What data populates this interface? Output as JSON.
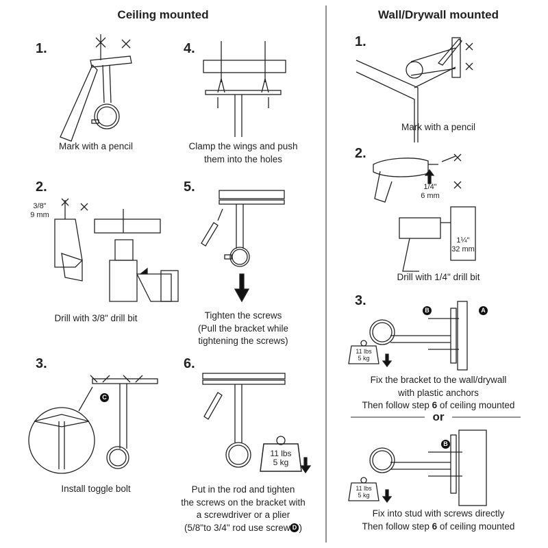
{
  "ceiling": {
    "title": "Ceiling mounted",
    "steps": [
      {
        "num": "1.",
        "caption": [
          "Mark with a pencil"
        ]
      },
      {
        "num": "2.",
        "caption": [
          "Drill with 3/8\" drill bit"
        ],
        "label": [
          "3/8\"",
          "9 mm"
        ]
      },
      {
        "num": "3.",
        "caption": [
          "Install toggle bolt"
        ],
        "badge": "C"
      },
      {
        "num": "4.",
        "caption": [
          "Clamp the wings and push",
          "them into the holes"
        ]
      },
      {
        "num": "5.",
        "caption": [
          "Tighten the screws",
          "(Pull the bracket while",
          "tightening the screws)"
        ]
      },
      {
        "num": "6.",
        "caption": [
          "Put in the rod and tighten",
          "the screws on the bracket with",
          "a screwdriver or a plier",
          "(5/8\"to 3/4\" rod use screw"
        ],
        "badge": "D",
        "close": ")",
        "weight": [
          "11 lbs",
          "5 kg"
        ]
      }
    ]
  },
  "wall": {
    "title": "Wall/Drywall mounted",
    "steps": [
      {
        "num": "1.",
        "caption": [
          "Mark with a pencil"
        ]
      },
      {
        "num": "2.",
        "caption": [
          "Drill with 1/4\" drill bit"
        ],
        "label1": [
          "1/4\"",
          "6 mm"
        ],
        "label2": [
          "1¼\"",
          "32 mm"
        ]
      },
      {
        "num": "3.",
        "caption": [
          "Fix the bracket to the wall/drywall",
          "with plastic anchors",
          "Then follow step ",
          "6",
          " of ceiling mounted"
        ],
        "badges": [
          "B",
          "A"
        ],
        "weight": [
          "11 lbs",
          "5 kg"
        ]
      }
    ],
    "or": "or",
    "alt": {
      "caption": [
        "Fix into stud with screws directly",
        "Then follow step ",
        "6",
        " of ceiling mounted"
      ],
      "badge": "B",
      "weight": [
        "11 lbs",
        "5 kg"
      ]
    }
  }
}
